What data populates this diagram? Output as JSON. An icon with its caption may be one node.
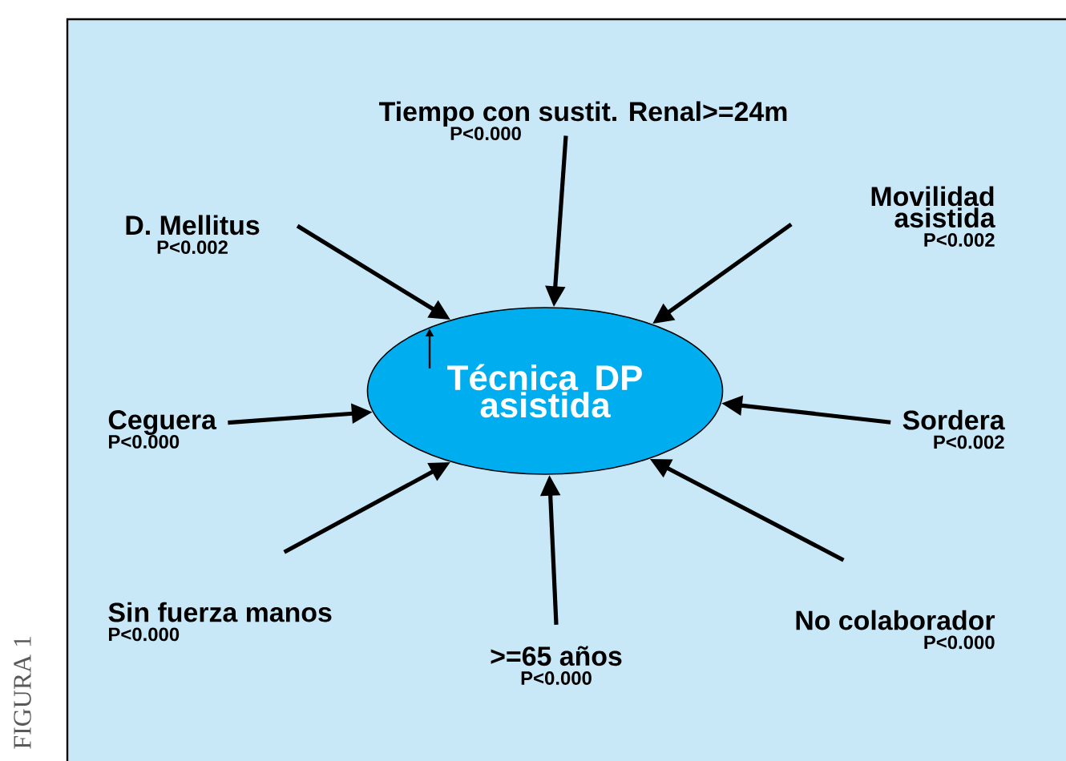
{
  "diagram": {
    "nodes": [
      {
        "text": [
          "Técnica DP asistida"
        ]
      },
      {
        "text": [
          "Tiempo con sustit. Renal>=24m",
          "P<0.000"
        ]
      },
      {
        "text": [
          "D. Mellitus",
          "P<0.002"
        ]
      },
      {
        "text": [
          "Movilidad asistida",
          "P<0.002"
        ]
      },
      {
        "text": [
          "Ceguera",
          "P<0.000"
        ]
      },
      {
        "text": [
          "Sordera",
          "P<0.002"
        ]
      },
      {
        "text": [
          "Sin fuerza manos",
          "P<0.000"
        ]
      },
      {
        "text": [
          "No colaborador",
          "P<0.000"
        ]
      },
      {
        "text": [
          ">=65 años",
          "P<0.000"
        ]
      }
    ],
    "edges": [
      {
        "from": 1,
        "to": 0,
        "arrow": "to"
      },
      {
        "from": 2,
        "to": 0,
        "arrow": "to"
      },
      {
        "from": 3,
        "to": 0,
        "arrow": "to"
      },
      {
        "from": 4,
        "to": 0,
        "arrow": "to"
      },
      {
        "from": 5,
        "to": 0,
        "arrow": "to"
      },
      {
        "from": 6,
        "to": 0,
        "arrow": "to"
      },
      {
        "from": 7,
        "to": 0,
        "arrow": "to"
      },
      {
        "from": 8,
        "to": 0,
        "arrow": "to"
      }
    ],
    "labels": [
      "FIGURA 1"
    ]
  }
}
